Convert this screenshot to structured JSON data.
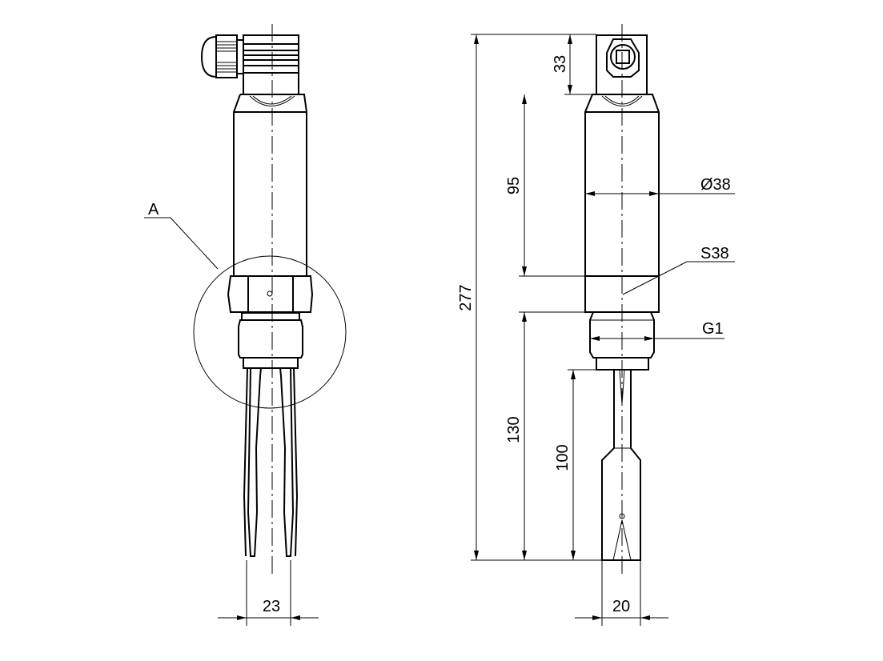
{
  "drawing": {
    "callout_label": "A",
    "dimensions": {
      "fork_width": "23",
      "blade_width": "20",
      "total_length": "277",
      "head_height": "33",
      "body_length": "95",
      "immersion_length": "130",
      "fork_length": "100",
      "body_diameter": "Ø38",
      "hex_size": "S38",
      "thread": "G1"
    },
    "colors": {
      "line": "#000000",
      "background": "#ffffff"
    }
  }
}
